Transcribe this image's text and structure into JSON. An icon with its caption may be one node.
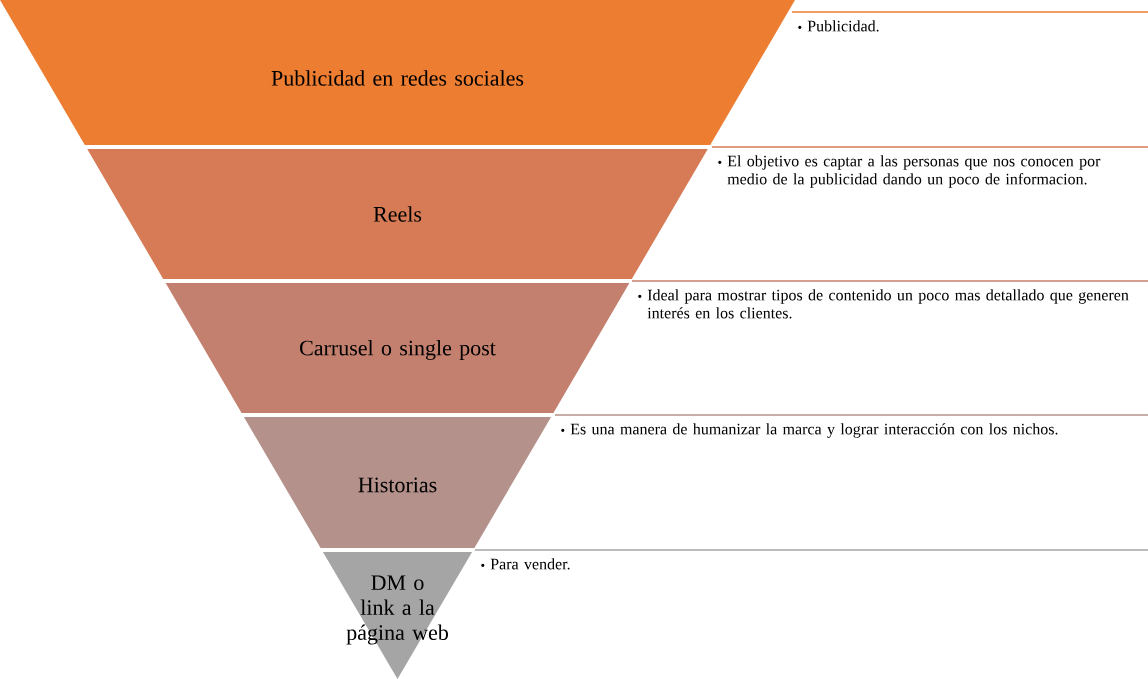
{
  "diagram": {
    "nodes": [
      {
        "text": [
          "Publicidad en redes sociales"
        ]
      },
      {
        "text": [
          "Reels"
        ]
      },
      {
        "text": [
          "Carrusel o single post"
        ]
      },
      {
        "text": [
          "Historias"
        ]
      },
      {
        "text": [
          "DM o link a la página web"
        ]
      }
    ],
    "labels": [
      "Publicidad.",
      "El objetivo es captar a las personas que nos conocen por medio de la publicidad dando un poco de informacion.",
      "Ideal para mostrar tipos de contenido un poco mas detallado que generen interés en los clientes.",
      "Es una manera de humanizar la marca y lograr interacción con los nichos.",
      "Para vender."
    ]
  }
}
